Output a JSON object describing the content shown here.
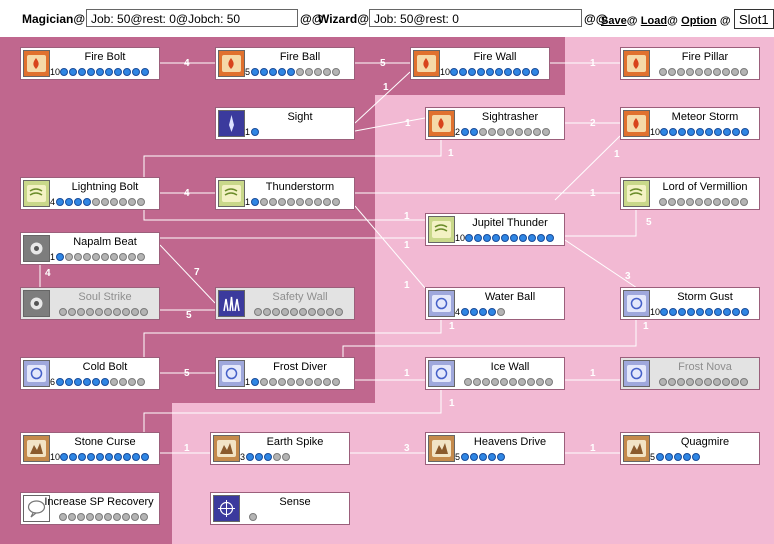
{
  "header": {
    "class1_label": "Magician@",
    "class1_status": "Job: 50@rest: 0@Jobch: 50",
    "sep1": "@@",
    "class2_label": "Wizard@",
    "class2_status": "Job: 50@rest: 0",
    "sep2": "@@",
    "save_label": "Save",
    "load_label": "Load",
    "option_label": "Option",
    "at1": "@",
    "at2": "@",
    "at3": "@",
    "slot_value": "Slot1"
  },
  "colors": {
    "dark_panel": "#c0678e",
    "light_panel": "#f2b9d3",
    "dot_on": "#2f86e4",
    "dot_off": "#b4b4b4"
  },
  "skills": {
    "fire_bolt": {
      "name": "Fire Bolt",
      "level": "10",
      "max": 10,
      "icon": "fire-scroll-icon"
    },
    "fire_ball": {
      "name": "Fire Ball",
      "level": "5",
      "max": 10,
      "icon": "fire-scroll-icon"
    },
    "fire_wall": {
      "name": "Fire Wall",
      "level": "10",
      "max": 10,
      "icon": "fire-scroll-icon"
    },
    "fire_pillar": {
      "name": "Fire Pillar",
      "level": "",
      "max": 10,
      "icon": "fire-scroll-icon"
    },
    "sight": {
      "name": "Sight",
      "level": "1",
      "max": 1,
      "icon": "sight-icon"
    },
    "sightrasher": {
      "name": "Sightrasher",
      "level": "2",
      "max": 10,
      "icon": "fire-scroll-icon"
    },
    "meteor_storm": {
      "name": "Meteor Storm",
      "level": "10",
      "max": 10,
      "icon": "fire-scroll-icon"
    },
    "lightning_bolt": {
      "name": "Lightning Bolt",
      "level": "4",
      "max": 10,
      "icon": "wind-scroll-icon"
    },
    "thunderstorm": {
      "name": "Thunderstorm",
      "level": "1",
      "max": 10,
      "icon": "wind-scroll-icon"
    },
    "lord_of_vermillion": {
      "name": "Lord of Vermillion",
      "level": "",
      "max": 10,
      "icon": "wind-scroll-icon"
    },
    "jupitel_thunder": {
      "name": "Jupitel Thunder",
      "level": "10",
      "max": 10,
      "icon": "wind-scroll-icon"
    },
    "napalm_beat": {
      "name": "Napalm Beat",
      "level": "1",
      "max": 10,
      "icon": "ghost-icon"
    },
    "soul_strike": {
      "name": "Soul Strike",
      "level": "",
      "max": 10,
      "icon": "ghost-icon"
    },
    "safety_wall": {
      "name": "Safety Wall",
      "level": "",
      "max": 10,
      "icon": "barrier-icon"
    },
    "water_ball": {
      "name": "Water Ball",
      "level": "4",
      "max": 5,
      "icon": "water-scroll-icon"
    },
    "storm_gust": {
      "name": "Storm Gust",
      "level": "10",
      "max": 10,
      "icon": "water-scroll-icon"
    },
    "cold_bolt": {
      "name": "Cold Bolt",
      "level": "6",
      "max": 10,
      "icon": "water-scroll-icon"
    },
    "frost_diver": {
      "name": "Frost Diver",
      "level": "1",
      "max": 10,
      "icon": "water-scroll-icon"
    },
    "ice_wall": {
      "name": "Ice Wall",
      "level": "",
      "max": 10,
      "icon": "water-scroll-icon"
    },
    "frost_nova": {
      "name": "Frost Nova",
      "level": "",
      "max": 10,
      "icon": "water-scroll-icon"
    },
    "stone_curse": {
      "name": "Stone Curse",
      "level": "10",
      "max": 10,
      "icon": "earth-scroll-icon"
    },
    "earth_spike": {
      "name": "Earth Spike",
      "level": "3",
      "max": 5,
      "icon": "earth-scroll-icon"
    },
    "heavens_drive": {
      "name": "Heavens Drive",
      "level": "5",
      "max": 5,
      "icon": "earth-scroll-icon"
    },
    "quagmire": {
      "name": "Quagmire",
      "level": "5",
      "max": 5,
      "icon": "earth-scroll-icon"
    },
    "increase_sp_recovery": {
      "name": "Increase SP Recovery",
      "level": "",
      "max": 10,
      "icon": "sp-recovery-icon"
    },
    "sense": {
      "name": "Sense",
      "level": "",
      "max": 1,
      "icon": "crosshair-icon"
    }
  },
  "requirement_labels": {
    "fb_to_fball": "4",
    "fball_to_fwall": "5",
    "sight_to_fwall": "1",
    "fwall_to_fpillar": "1",
    "sight_to_sightrasher": "1",
    "sightrasher_to_meteor": "2",
    "lbolt_to_sightrasher": "1",
    "tstorm_to_meteor": "1",
    "lbolt_to_tstorm": "4",
    "tstorm_to_lov": "1",
    "lbolt_to_jupitel": "1",
    "jupitel_to_lov": "5",
    "napalm_to_jupitel": "1",
    "tstorm_to_waterball": "1",
    "jupitel_to_stormgust": "3",
    "napalm_to_soul": "4",
    "napalm_to_safety": "7",
    "soul_to_safety": "5",
    "cold_to_waterball": "1",
    "frost_to_stormgust": "1",
    "cold_to_frost": "5",
    "frost_to_icewall": "1",
    "icewall_to_frostnova": "1",
    "stone_to_icewall": "1",
    "stone_to_earthspike": "1",
    "earthspike_to_heavens": "3",
    "heavens_to_quagmire": "1"
  }
}
